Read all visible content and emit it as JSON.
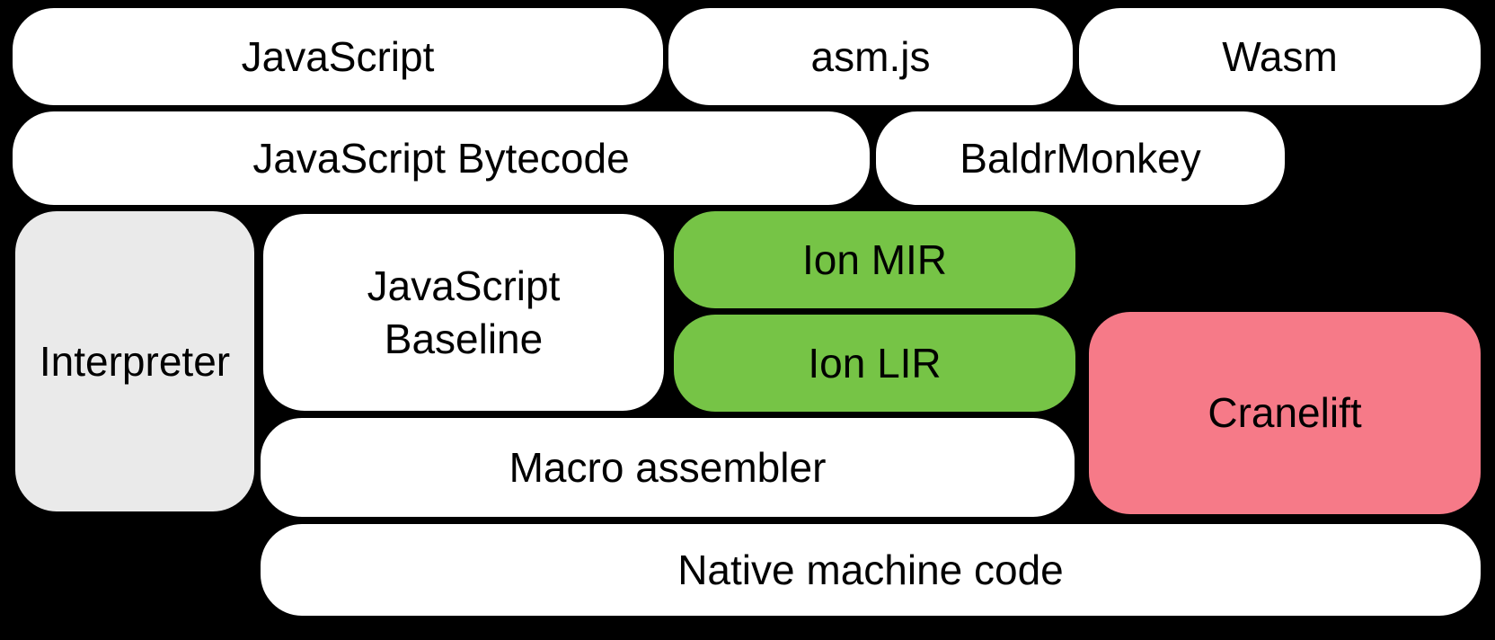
{
  "diagram": {
    "background_color": "#000000",
    "text_color": "#000000",
    "node_colors": {
      "default": "#ffffff",
      "interpreter": "#eaeaea",
      "ion": "#76c446",
      "cranelift": "#f67a88"
    },
    "nodes": {
      "javascript": {
        "label": "JavaScript",
        "color": "#ffffff"
      },
      "asmjs": {
        "label": "asm.js",
        "color": "#ffffff"
      },
      "wasm": {
        "label": "Wasm",
        "color": "#ffffff"
      },
      "javascript_bytecode": {
        "label": "JavaScript Bytecode",
        "color": "#ffffff"
      },
      "baldrmonkey": {
        "label": "BaldrMonkey",
        "color": "#ffffff"
      },
      "interpreter": {
        "label": "Interpreter",
        "color": "#eaeaea"
      },
      "javascript_baseline": {
        "label": "JavaScript Baseline",
        "color": "#ffffff"
      },
      "ion_mir": {
        "label": "Ion MIR",
        "color": "#76c446"
      },
      "ion_lir": {
        "label": "Ion LIR",
        "color": "#76c446"
      },
      "cranelift": {
        "label": "Cranelift",
        "color": "#f67a88"
      },
      "macro_assembler": {
        "label": "Macro assembler",
        "color": "#ffffff"
      },
      "native_machine_code": {
        "label": "Native machine code",
        "color": "#ffffff"
      }
    }
  }
}
